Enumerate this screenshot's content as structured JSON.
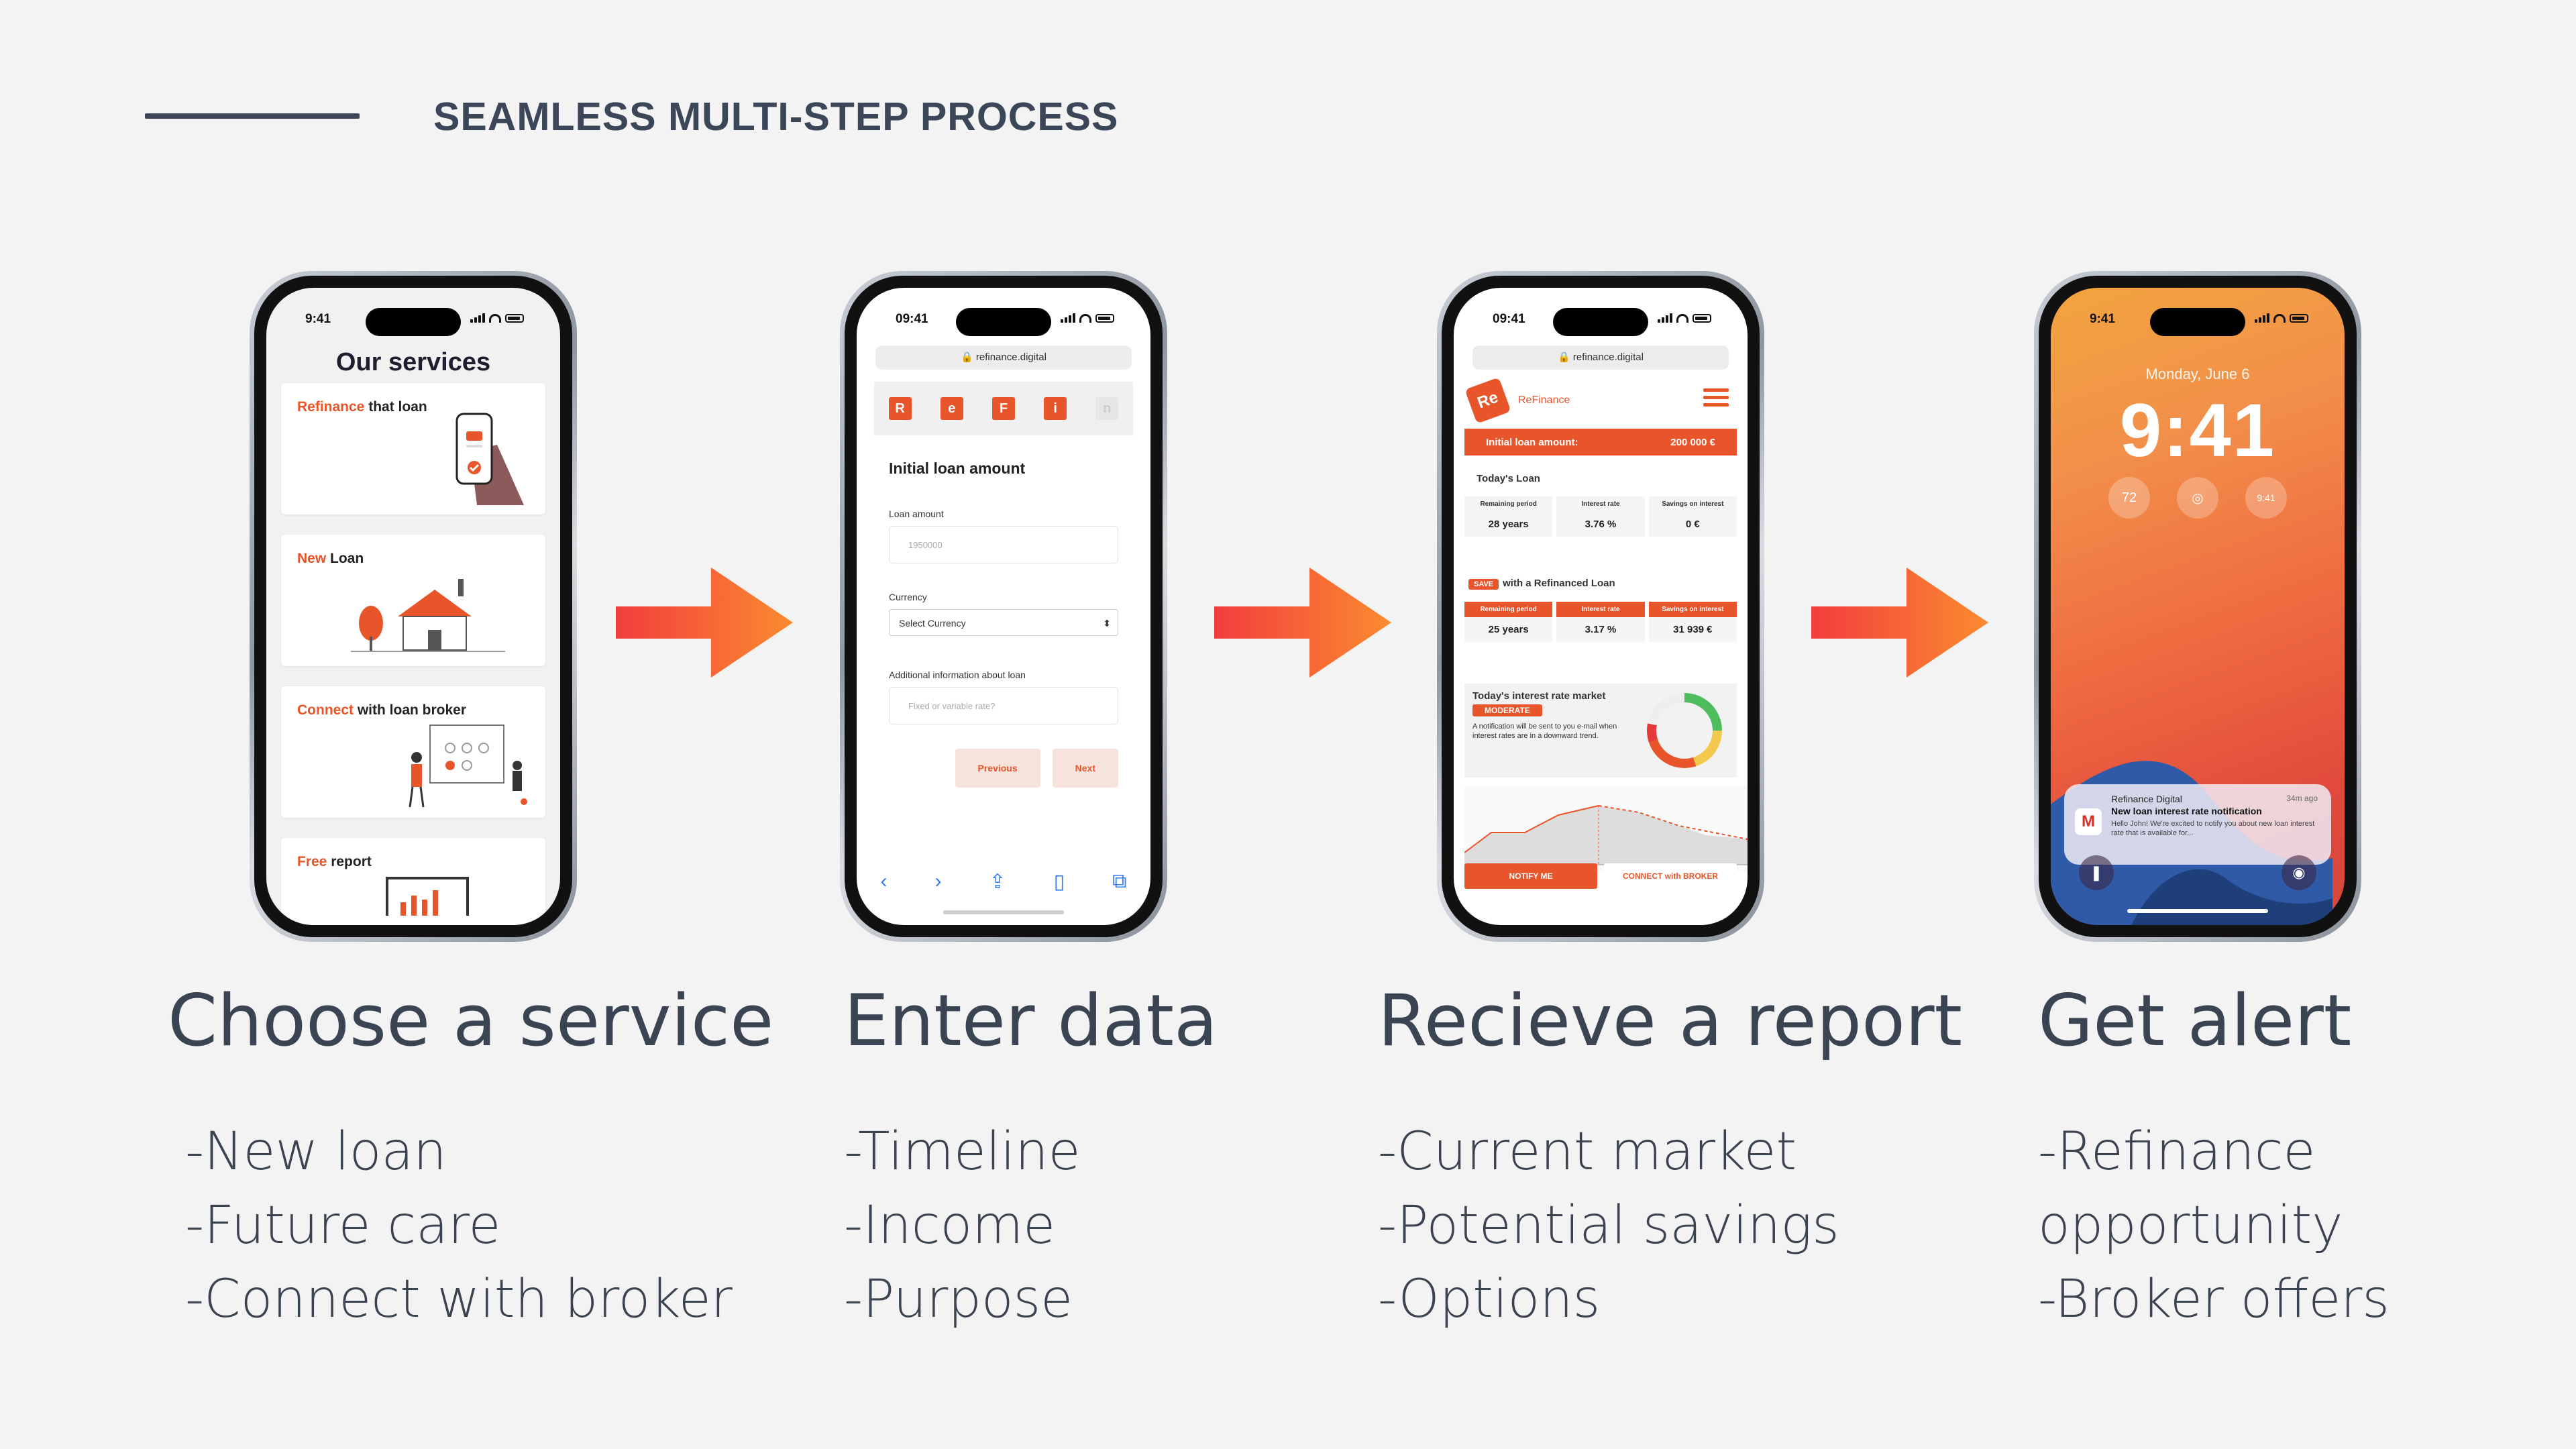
{
  "header": {
    "title": "SEAMLESS MULTI-STEP PROCESS"
  },
  "steps": [
    {
      "heading": "Choose a service",
      "bullets": [
        "-New loan",
        "-Future care",
        "-Connect with broker"
      ]
    },
    {
      "heading": "Enter data",
      "bullets": [
        "-Timeline",
        "-Income",
        "-Purpose"
      ]
    },
    {
      "heading": "Recieve a report",
      "bullets": [
        "-Current market",
        "-Potential savings",
        "-Options"
      ]
    },
    {
      "heading": "Get alert",
      "bullets": [
        "-Refinance",
        "opportunity",
        "-Broker offers"
      ]
    }
  ],
  "phone1": {
    "time": "9:41",
    "title": "Our services",
    "cards": [
      {
        "highlight": "Refinance",
        "rest": " that loan"
      },
      {
        "highlight": "New",
        "rest": " Loan"
      },
      {
        "highlight": "Connect",
        "rest": " with loan broker"
      },
      {
        "highlight": "Free",
        "rest": " report"
      }
    ]
  },
  "phone2": {
    "time": "09:41",
    "url": "🔒 refinance.digital",
    "logo_letters": [
      "R",
      "e",
      "F",
      "i",
      "n"
    ],
    "form_title": "Initial loan amount",
    "loan_label": "Loan amount",
    "loan_value": "1950000",
    "currency_label": "Currency",
    "currency_value": "Select Currency",
    "info_label": "Additional information about loan",
    "info_placeholder": "Fixed or variable rate?",
    "prev": "Previous",
    "next": "Next"
  },
  "phone3": {
    "time": "09:41",
    "url": "🔒 refinance.digital",
    "logo": "Re",
    "brand": "ReFinance",
    "initial_label": "Initial loan amount:",
    "initial_value": "200 000  €",
    "today_loan": "Today's Loan",
    "headers": [
      "Remaining period",
      "Interest rate",
      "Savings on interest"
    ],
    "today_values": [
      "28 years",
      "3.76 %",
      "0  €"
    ],
    "save_tag": "SAVE",
    "refinanced_text": "with a Refinanced Loan",
    "refi_values": [
      "25 years",
      "3.17 %",
      "31 939  €"
    ],
    "market_title": "Today's interest rate market",
    "market_tag": "MODERATE",
    "market_note": "A notification will be sent to you e-mail when interest rates are in a downward trend.",
    "notify": "NOTIFY ME",
    "connect": "CONNECT with BROKER"
  },
  "phone4": {
    "time": "9:41",
    "date": "Monday, June 6",
    "clock": "9:41",
    "widget1": "72",
    "widget3": "9:41",
    "notif_app": "Refinance Digital",
    "notif_ago": "34m ago",
    "notif_title": "New loan interest rate notification",
    "notif_body": "Hello John! We're excited to notify you about new loan interest rate that is available for...",
    "notif_icon": "M"
  },
  "colors": {
    "accent": "#e8552a",
    "text": "#3b4658",
    "background": "#f3f3f3"
  }
}
